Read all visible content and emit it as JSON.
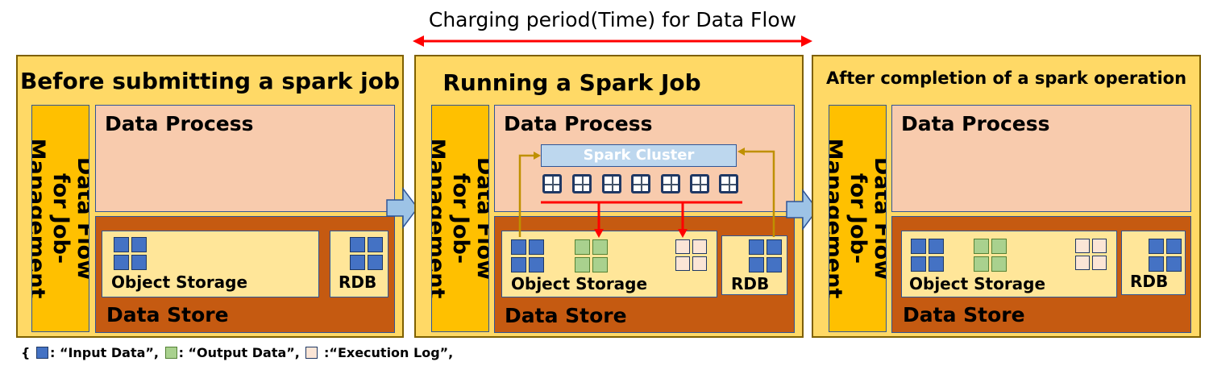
{
  "header": {
    "title": "Charging period(Time) for Data Flow"
  },
  "panels": [
    {
      "title": "Before submitting a spark job",
      "flow_label": "Data Flow for Job-Management",
      "process_label": "Data Process",
      "store_label": "Data Store",
      "object_storage_label": "Object Storage",
      "rdb_label": "RDB"
    },
    {
      "title": "Running a Spark Job",
      "flow_label": "Data Flow for Job-Management",
      "process_label": "Data Process",
      "store_label": "Data Store",
      "object_storage_label": "Object Storage",
      "rdb_label": "RDB",
      "cluster_label": "Spark Cluster"
    },
    {
      "title": "After completion of a spark operation",
      "flow_label": "Data Flow for Job-Management",
      "process_label": "Data Process",
      "store_label": "Data Store",
      "object_storage_label": "Object Storage",
      "rdb_label": "RDB"
    }
  ],
  "legend": {
    "open": "{",
    "input": ": “Input Data”,",
    "output": ": “Output Data”,",
    "log": " :“Execution Log”,"
  },
  "colors": {
    "panel": "#ffd966",
    "flow_bar": "#ffc000",
    "data_process": "#f8cbad",
    "data_store": "#c55a11",
    "storage_box": "#ffe699",
    "input_data": "#4472c4",
    "output_data": "#a9d18e",
    "execution_log": "#fbe5d6",
    "span_arrow": "#ff0000",
    "connector": "#bf9000",
    "step_arrow": "#9dc3e6"
  }
}
